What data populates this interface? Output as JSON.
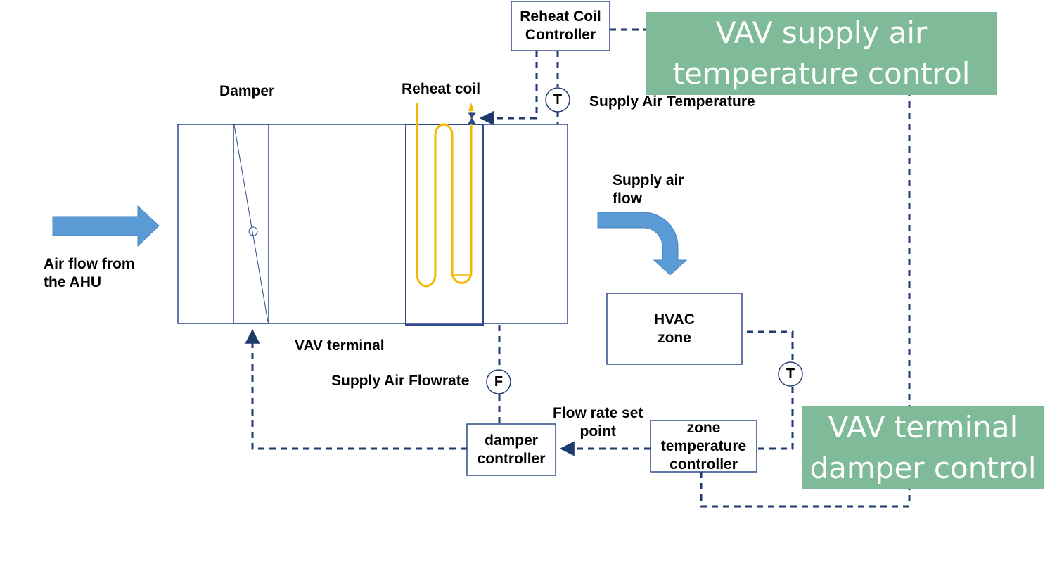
{
  "labels": {
    "damper": "Damper",
    "reheat_coil": "Reheat coil",
    "supply_air_temperature": "Supply Air Temperature",
    "supply_air_flow": "Supply air\nflow",
    "air_flow_from_ahu": "Air flow from\nthe AHU",
    "vav_terminal": "VAV terminal",
    "supply_air_flowrate": "Supply Air Flowrate",
    "flow_rate_set_point": "Flow rate set\npoint"
  },
  "boxes": {
    "reheat_coil_controller": "Reheat Coil\nController",
    "hvac_zone": "HVAC\nzone",
    "damper_controller": "damper\ncontroller",
    "zone_temperature_controller": "zone\ntemperature\ncontroller"
  },
  "sensors": {
    "supply_temp_sensor": "T",
    "flow_sensor": "F",
    "zone_temp_sensor": "T"
  },
  "banners": {
    "supply_air_temperature_control": "VAV supply air\ntemperature control",
    "terminal_damper_control": "VAV terminal\ndamper control"
  },
  "colors": {
    "duct_outline": "#2e4a8c",
    "control_line": "#1f3a6e",
    "arrow_fill": "#5b9bd5",
    "coil": "#f5b800",
    "banner_bg": "#7fbb98",
    "banner_text": "#ffffff"
  }
}
